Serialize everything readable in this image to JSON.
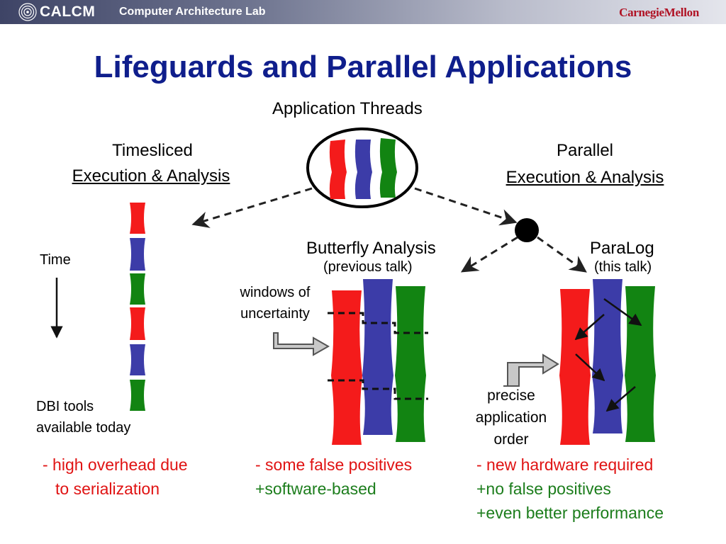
{
  "header": {
    "logo": "CALCM",
    "lab": "Computer Architecture Lab",
    "university": "CarnegieMellon"
  },
  "title": "Lifeguards and Parallel Applications",
  "app_threads": "Application Threads",
  "timesliced": {
    "line1": "Timesliced",
    "line2": "Execution & Analysis"
  },
  "parallel": {
    "line1": "Parallel",
    "line2": "Execution & Analysis"
  },
  "time": "Time",
  "dbi": {
    "line1": "DBI tools",
    "line2": "available today"
  },
  "butterfly": {
    "title": "Butterfly Analysis",
    "note": "(previous talk)"
  },
  "paralog": {
    "title": "ParaLog",
    "note": "(this talk)"
  },
  "windows": {
    "line1": "windows of",
    "line2": "uncertainty"
  },
  "precise": {
    "line1": "precise",
    "line2": "application",
    "line3": "order"
  },
  "bottom": {
    "left": {
      "neg1": "- high overhead due",
      "neg2": "to serialization"
    },
    "mid": {
      "neg": "- some false positives",
      "pos": "+software-based"
    },
    "right": {
      "neg": "- new hardware required",
      "pos1": "+no false positives",
      "pos2": "+even better performance"
    }
  },
  "colors": {
    "title": "#0f1e8c",
    "red_thread": "#f41b1b",
    "blue_thread": "#3c3ca8",
    "green_thread": "#128412",
    "negative": "#e01313",
    "positive": "#1c7d1c"
  }
}
